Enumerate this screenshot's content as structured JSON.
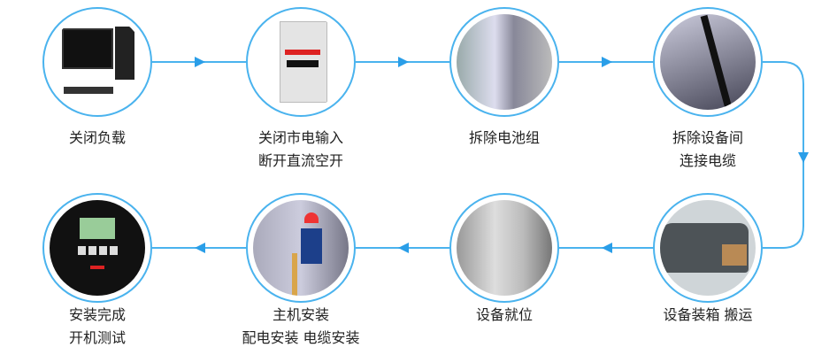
{
  "accent_color": "#4ab3ee",
  "steps": [
    {
      "icon": "computer-icon",
      "lines": [
        "关闭负载"
      ]
    },
    {
      "icon": "circuit-breaker-icon",
      "lines": [
        "关闭市电输入",
        "断开直流空开"
      ]
    },
    {
      "icon": "battery-pack-icon",
      "lines": [
        "拆除电池组"
      ]
    },
    {
      "icon": "cable-icon",
      "lines": [
        "拆除设备间",
        "连接电缆"
      ]
    },
    {
      "icon": "van-icon",
      "lines": [
        "设备装箱 搬运"
      ]
    },
    {
      "icon": "cabinet-icon",
      "lines": [
        "设备就位"
      ]
    },
    {
      "icon": "worker-icon",
      "lines": [
        "主机安装",
        "配电安装 电缆安装"
      ]
    },
    {
      "icon": "ups-panel-icon",
      "lines": [
        "安装完成",
        "开机测试"
      ]
    }
  ]
}
